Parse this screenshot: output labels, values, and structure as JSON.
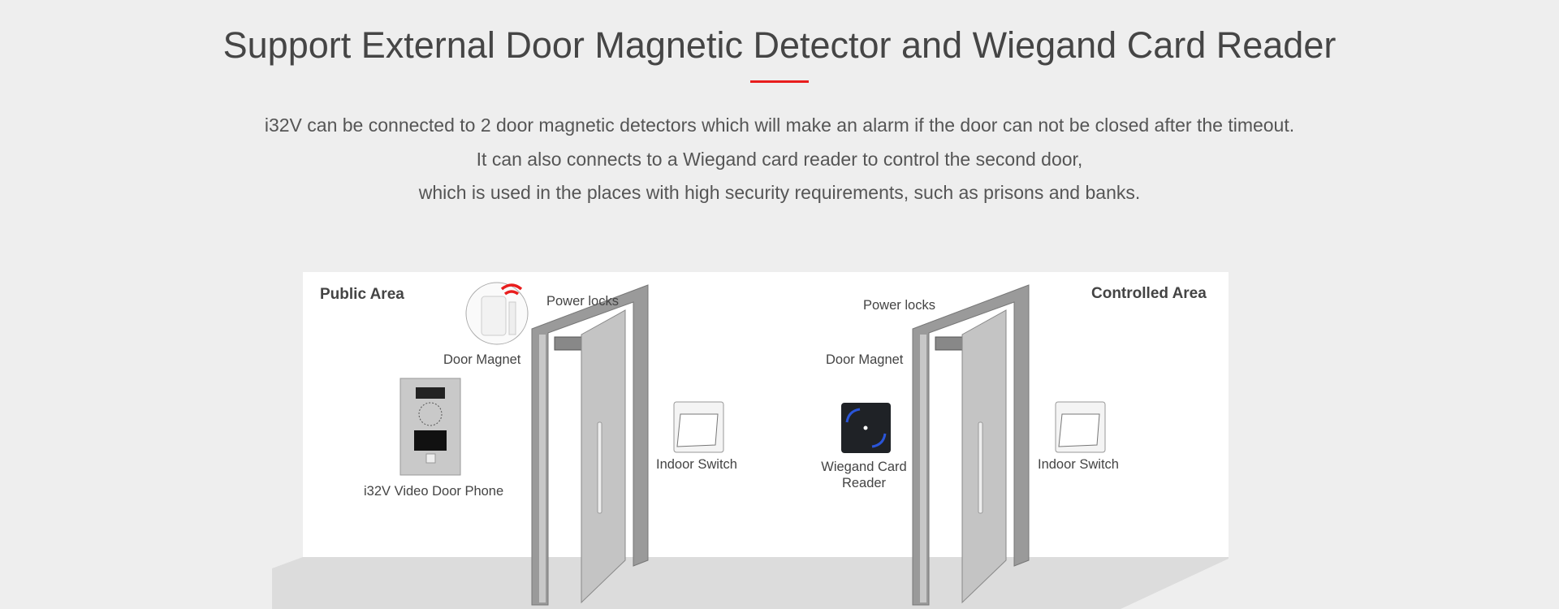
{
  "header": {
    "title": "Support External Door Magnetic Detector and Wiegand Card Reader",
    "accent_color": "#e81d1d"
  },
  "description": {
    "lines": [
      "i32V can be connected to 2 door magnetic detectors which will make an alarm if the door can not be closed after the timeout.",
      "It can also connects to a Wiegand card reader to control the second door,",
      "which is used in the places with high security requirements, such as prisons and banks."
    ]
  },
  "diagram": {
    "left": {
      "area": "Public Area",
      "power_locks": "Power locks",
      "door_magnet": "Door Magnet",
      "phone": "i32V Video Door Phone",
      "switch": "Indoor Switch"
    },
    "right": {
      "area": "Controlled Area",
      "power_locks": "Power locks",
      "door_magnet": "Door Magnet",
      "reader_l1": "Wiegand Card",
      "reader_l2": "Reader",
      "switch": "Indoor Switch"
    }
  }
}
